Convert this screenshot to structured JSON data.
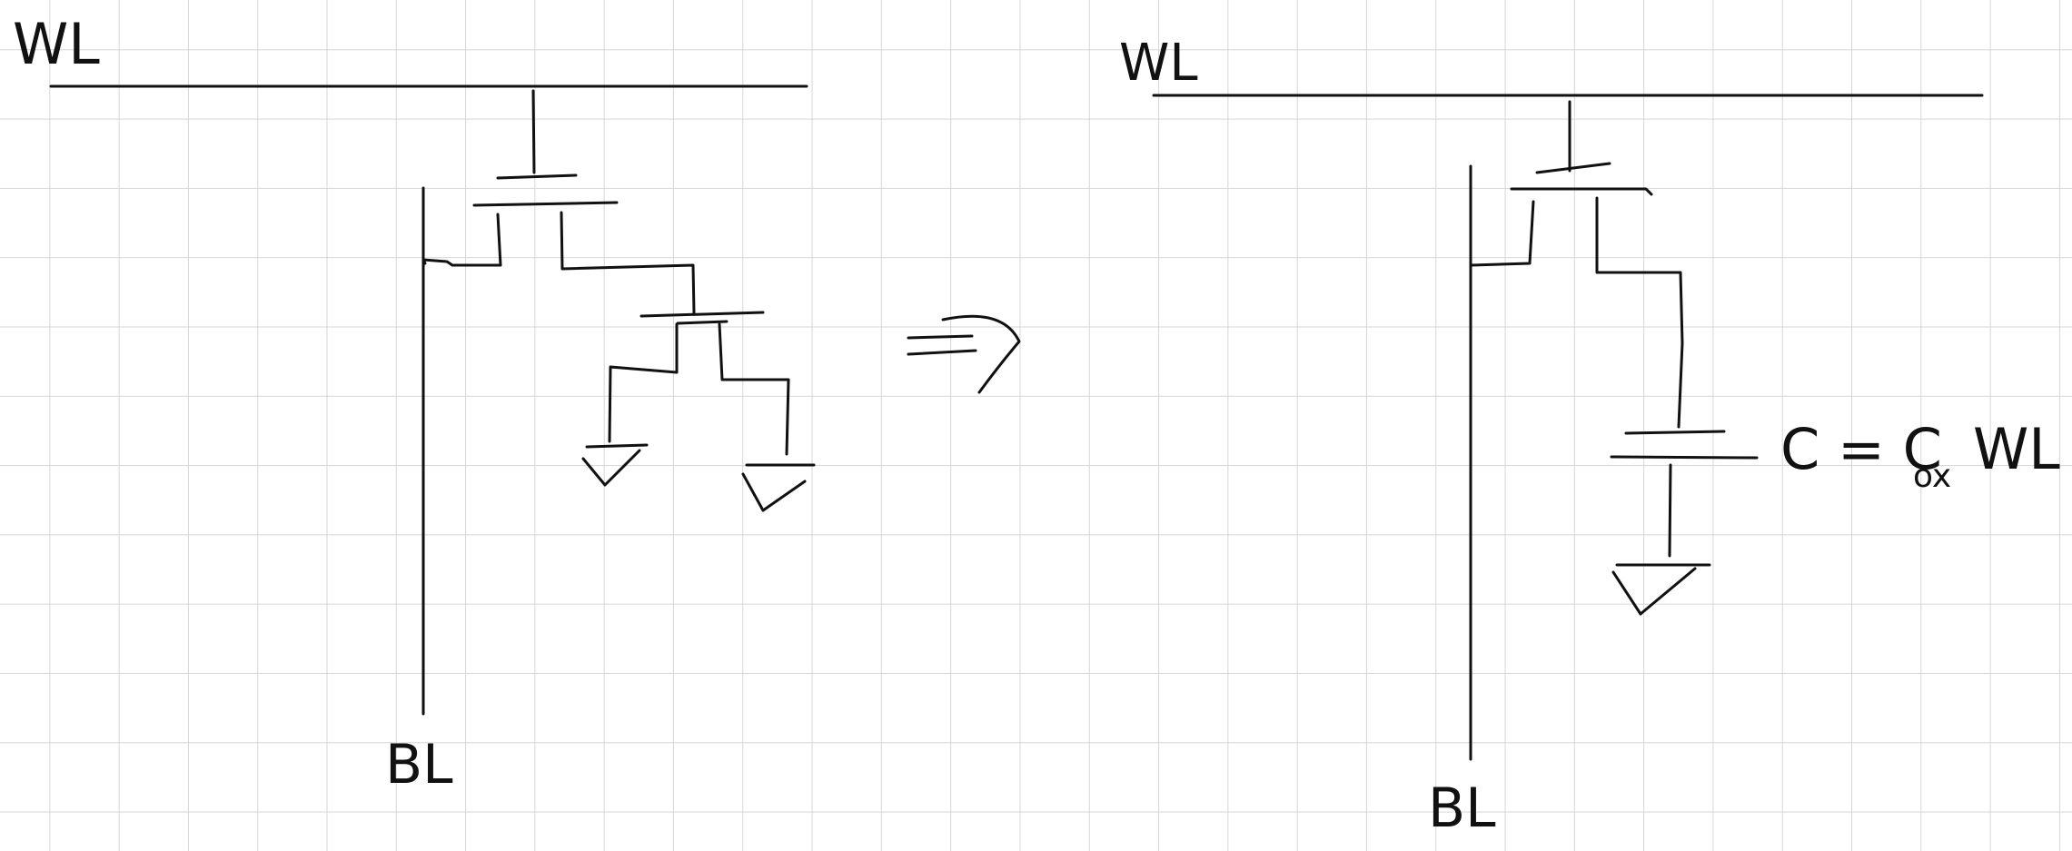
{
  "labels": {
    "left_wordline": "WL",
    "left_bitline": "BL",
    "right_wordline": "WL",
    "right_bitline": "BL",
    "equation_prefix": "C = C",
    "equation_subscript": "ox",
    "equation_suffix": "WL"
  },
  "colors": {
    "ink": "#111111",
    "grid": "#d6d6d6",
    "paper": "#ffffff"
  }
}
